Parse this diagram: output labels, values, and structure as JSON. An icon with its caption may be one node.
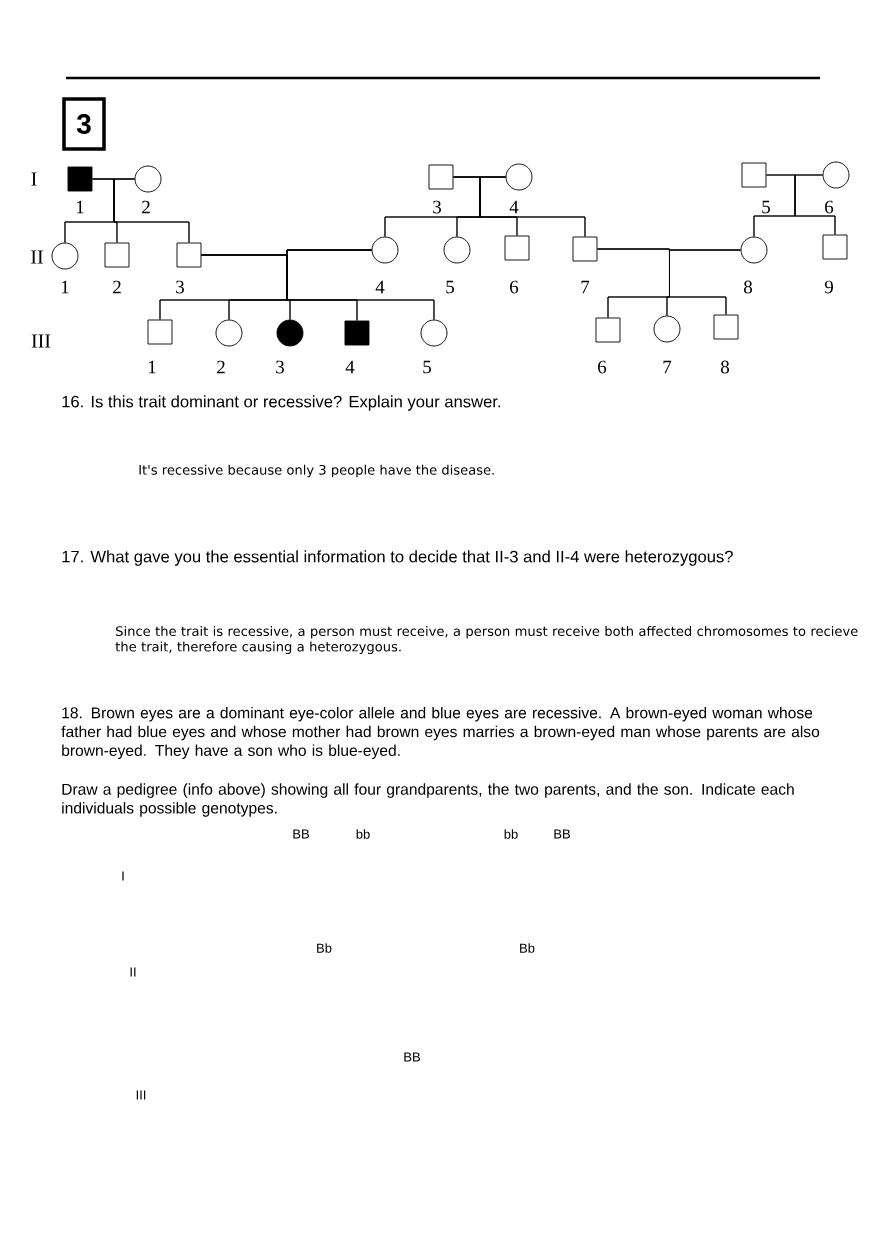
{
  "diagram": {
    "nodes": [
      {
        "text": [
          "3"
        ]
      },
      {
        "text": [],
        "shape": "block",
        "beside": [
          "1"
        ]
      },
      {
        "text": [],
        "shape": "circle",
        "beside": [
          "2"
        ]
      },
      {
        "text": [],
        "shape": "box",
        "beside": [
          "3"
        ]
      },
      {
        "text": [],
        "shape": "circle",
        "beside": [
          "4"
        ]
      },
      {
        "text": [],
        "shape": "box",
        "beside": [
          "5"
        ]
      },
      {
        "text": [],
        "shape": "circle",
        "beside": [
          "6"
        ]
      },
      {
        "text": [],
        "shape": "circle",
        "beside": [
          "1"
        ]
      },
      {
        "text": [],
        "shape": "box",
        "beside": [
          "2"
        ]
      },
      {
        "text": [],
        "shape": "box",
        "beside": [
          "3"
        ]
      },
      {
        "text": [],
        "shape": "circle",
        "beside": [
          "4"
        ]
      },
      {
        "text": [],
        "shape": "circle",
        "beside": [
          "5"
        ]
      },
      {
        "text": [],
        "shape": "box",
        "beside": [
          "6"
        ]
      },
      {
        "text": [],
        "shape": "box",
        "beside": [
          "7"
        ]
      },
      {
        "text": [],
        "shape": "circle",
        "beside": [
          "8"
        ]
      },
      {
        "text": [],
        "shape": "box",
        "beside": [
          "9"
        ]
      },
      {
        "text": [],
        "shape": "box",
        "beside": [
          "1"
        ]
      },
      {
        "text": [],
        "shape": "circle",
        "beside": [
          "2"
        ]
      },
      {
        "text": [],
        "shape": "dot",
        "beside": [
          "3"
        ]
      },
      {
        "text": [],
        "shape": "block",
        "beside": [
          "4"
        ]
      },
      {
        "text": [],
        "shape": "circle",
        "beside": [
          "5"
        ]
      },
      {
        "text": [],
        "shape": "box",
        "beside": [
          "6"
        ]
      },
      {
        "text": [],
        "shape": "circle",
        "beside": [
          "7"
        ]
      },
      {
        "text": [],
        "shape": "box",
        "beside": [
          "8"
        ]
      }
    ],
    "edges": [
      {
        "from": 1,
        "to": 7,
        "arrow": "none"
      },
      {
        "from": 2,
        "to": 7,
        "arrow": "none"
      },
      {
        "from": 1,
        "to": 8,
        "arrow": "none"
      },
      {
        "from": 2,
        "to": 8,
        "arrow": "none"
      },
      {
        "from": 1,
        "to": 9,
        "arrow": "none"
      },
      {
        "from": 2,
        "to": 9,
        "arrow": "none"
      },
      {
        "from": 3,
        "to": 10,
        "arrow": "none"
      },
      {
        "from": 4,
        "to": 10,
        "arrow": "none"
      },
      {
        "from": 3,
        "to": 11,
        "arrow": "none"
      },
      {
        "from": 4,
        "to": 11,
        "arrow": "none"
      },
      {
        "from": 3,
        "to": 12,
        "arrow": "none"
      },
      {
        "from": 4,
        "to": 12,
        "arrow": "none"
      },
      {
        "from": 3,
        "to": 13,
        "arrow": "none"
      },
      {
        "from": 4,
        "to": 13,
        "arrow": "none"
      },
      {
        "from": 5,
        "to": 14,
        "arrow": "none"
      },
      {
        "from": 6,
        "to": 14,
        "arrow": "none"
      },
      {
        "from": 5,
        "to": 15,
        "arrow": "none"
      },
      {
        "from": 6,
        "to": 15,
        "arrow": "none"
      },
      {
        "from": 9,
        "to": 16,
        "arrow": "none"
      },
      {
        "from": 10,
        "to": 16,
        "arrow": "none"
      },
      {
        "from": 9,
        "to": 17,
        "arrow": "none"
      },
      {
        "from": 10,
        "to": 17,
        "arrow": "none"
      },
      {
        "from": 9,
        "to": 18,
        "arrow": "none"
      },
      {
        "from": 10,
        "to": 18,
        "arrow": "none"
      },
      {
        "from": 9,
        "to": 19,
        "arrow": "none"
      },
      {
        "from": 10,
        "to": 19,
        "arrow": "none"
      },
      {
        "from": 9,
        "to": 20,
        "arrow": "none"
      },
      {
        "from": 10,
        "to": 20,
        "arrow": "none"
      },
      {
        "from": 13,
        "to": 21,
        "arrow": "none"
      },
      {
        "from": 14,
        "to": 21,
        "arrow": "none"
      },
      {
        "from": 13,
        "to": 22,
        "arrow": "none"
      },
      {
        "from": 14,
        "to": 22,
        "arrow": "none"
      },
      {
        "from": 13,
        "to": 23,
        "arrow": "none"
      },
      {
        "from": 14,
        "to": 23,
        "arrow": "none"
      }
    ],
    "labels": [
      "I",
      "II",
      "III",
      "16.  Is this trait dominant or recessive?  Explain your answer.",
      "It's recessive because only 3 people have the disease.",
      "17.  What gave you the essential information to decide that II-3 and II-4 were heterozygous?",
      "Since the trait is recessive, a person must receive, a person must receive both affected chromosomes to recieve the trait, therefore causing a heterozygous.",
      "18.  Brown eyes are a dominant eye-color allele and blue eyes are recessive.  A brown-eyed woman whose father had blue eyes and whose mother had brown eyes marries a brown-eyed man whose parents are also brown-eyed.  They have a son who is blue-eyed.",
      "Draw a pedigree (info above) showing all four grandparents, the two parents, and the son.  Indicate each individuals possible genotypes.",
      "BB",
      "bb",
      "bb",
      "BB",
      "I",
      "Bb",
      "Bb",
      "II",
      "BB",
      "III"
    ]
  }
}
